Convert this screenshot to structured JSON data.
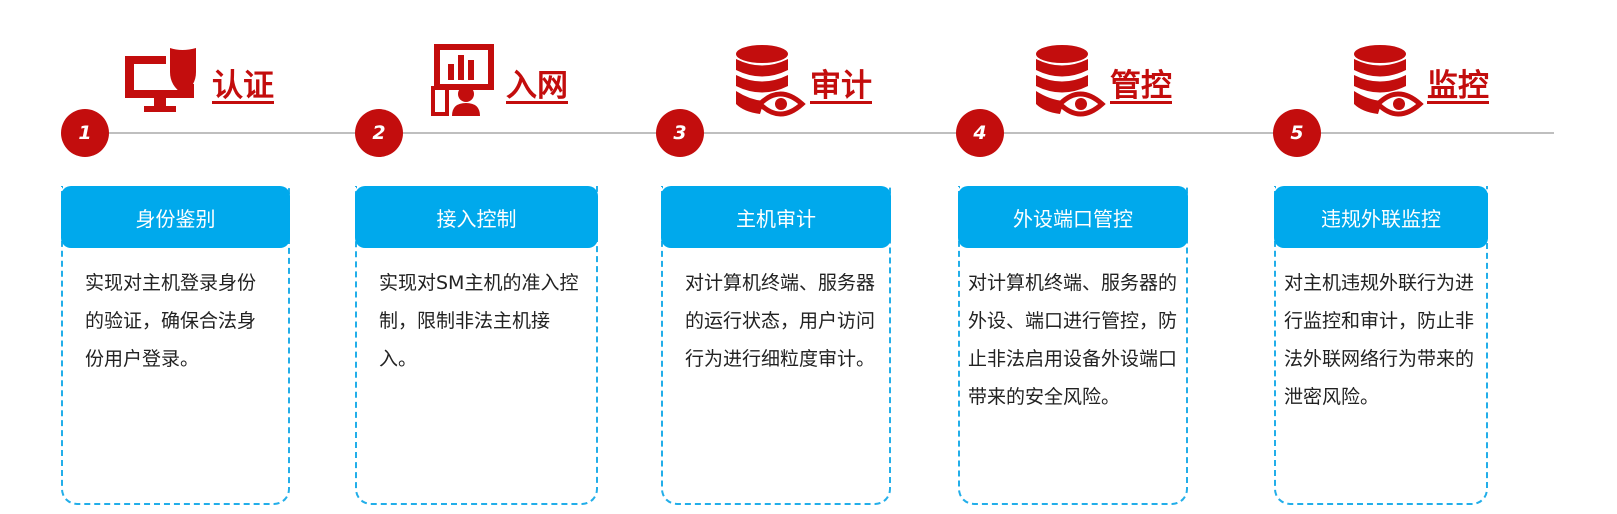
{
  "steps": [
    {
      "number": "1",
      "title": "认证",
      "icon": "monitor-shield-icon",
      "card_title": "身份鉴别",
      "description": "实现对主机登录身份的验证，确保合法身份用户登录。"
    },
    {
      "number": "2",
      "title": "入网",
      "icon": "network-access-icon",
      "card_title": "接入控制",
      "description": "实现对SM主机的准入控制，限制非法主机接入。"
    },
    {
      "number": "3",
      "title": "审计",
      "icon": "database-eye-icon",
      "card_title": "主机审计",
      "description": "对计算机终端、服务器的运行状态，用户访问行为进行细粒度审计。"
    },
    {
      "number": "4",
      "title": "管控",
      "icon": "database-eye-icon",
      "card_title": "外设端口管控",
      "description": "对计算机终端、服务器的外设、端口进行管控，防止非法启用设备外设端口带来的安全风险。"
    },
    {
      "number": "5",
      "title": "监控",
      "icon": "database-eye-icon",
      "card_title": "违规外联监控",
      "description": "对主机违规外联行为进行监控和审计，防止非法外联网络行为带来的泄密风险。"
    }
  ],
  "colors": {
    "accent_red": "#c30d0d",
    "header_blue": "#00a9ec",
    "dashed_border": "#22aee9",
    "line_gray": "#bfbfbf"
  }
}
